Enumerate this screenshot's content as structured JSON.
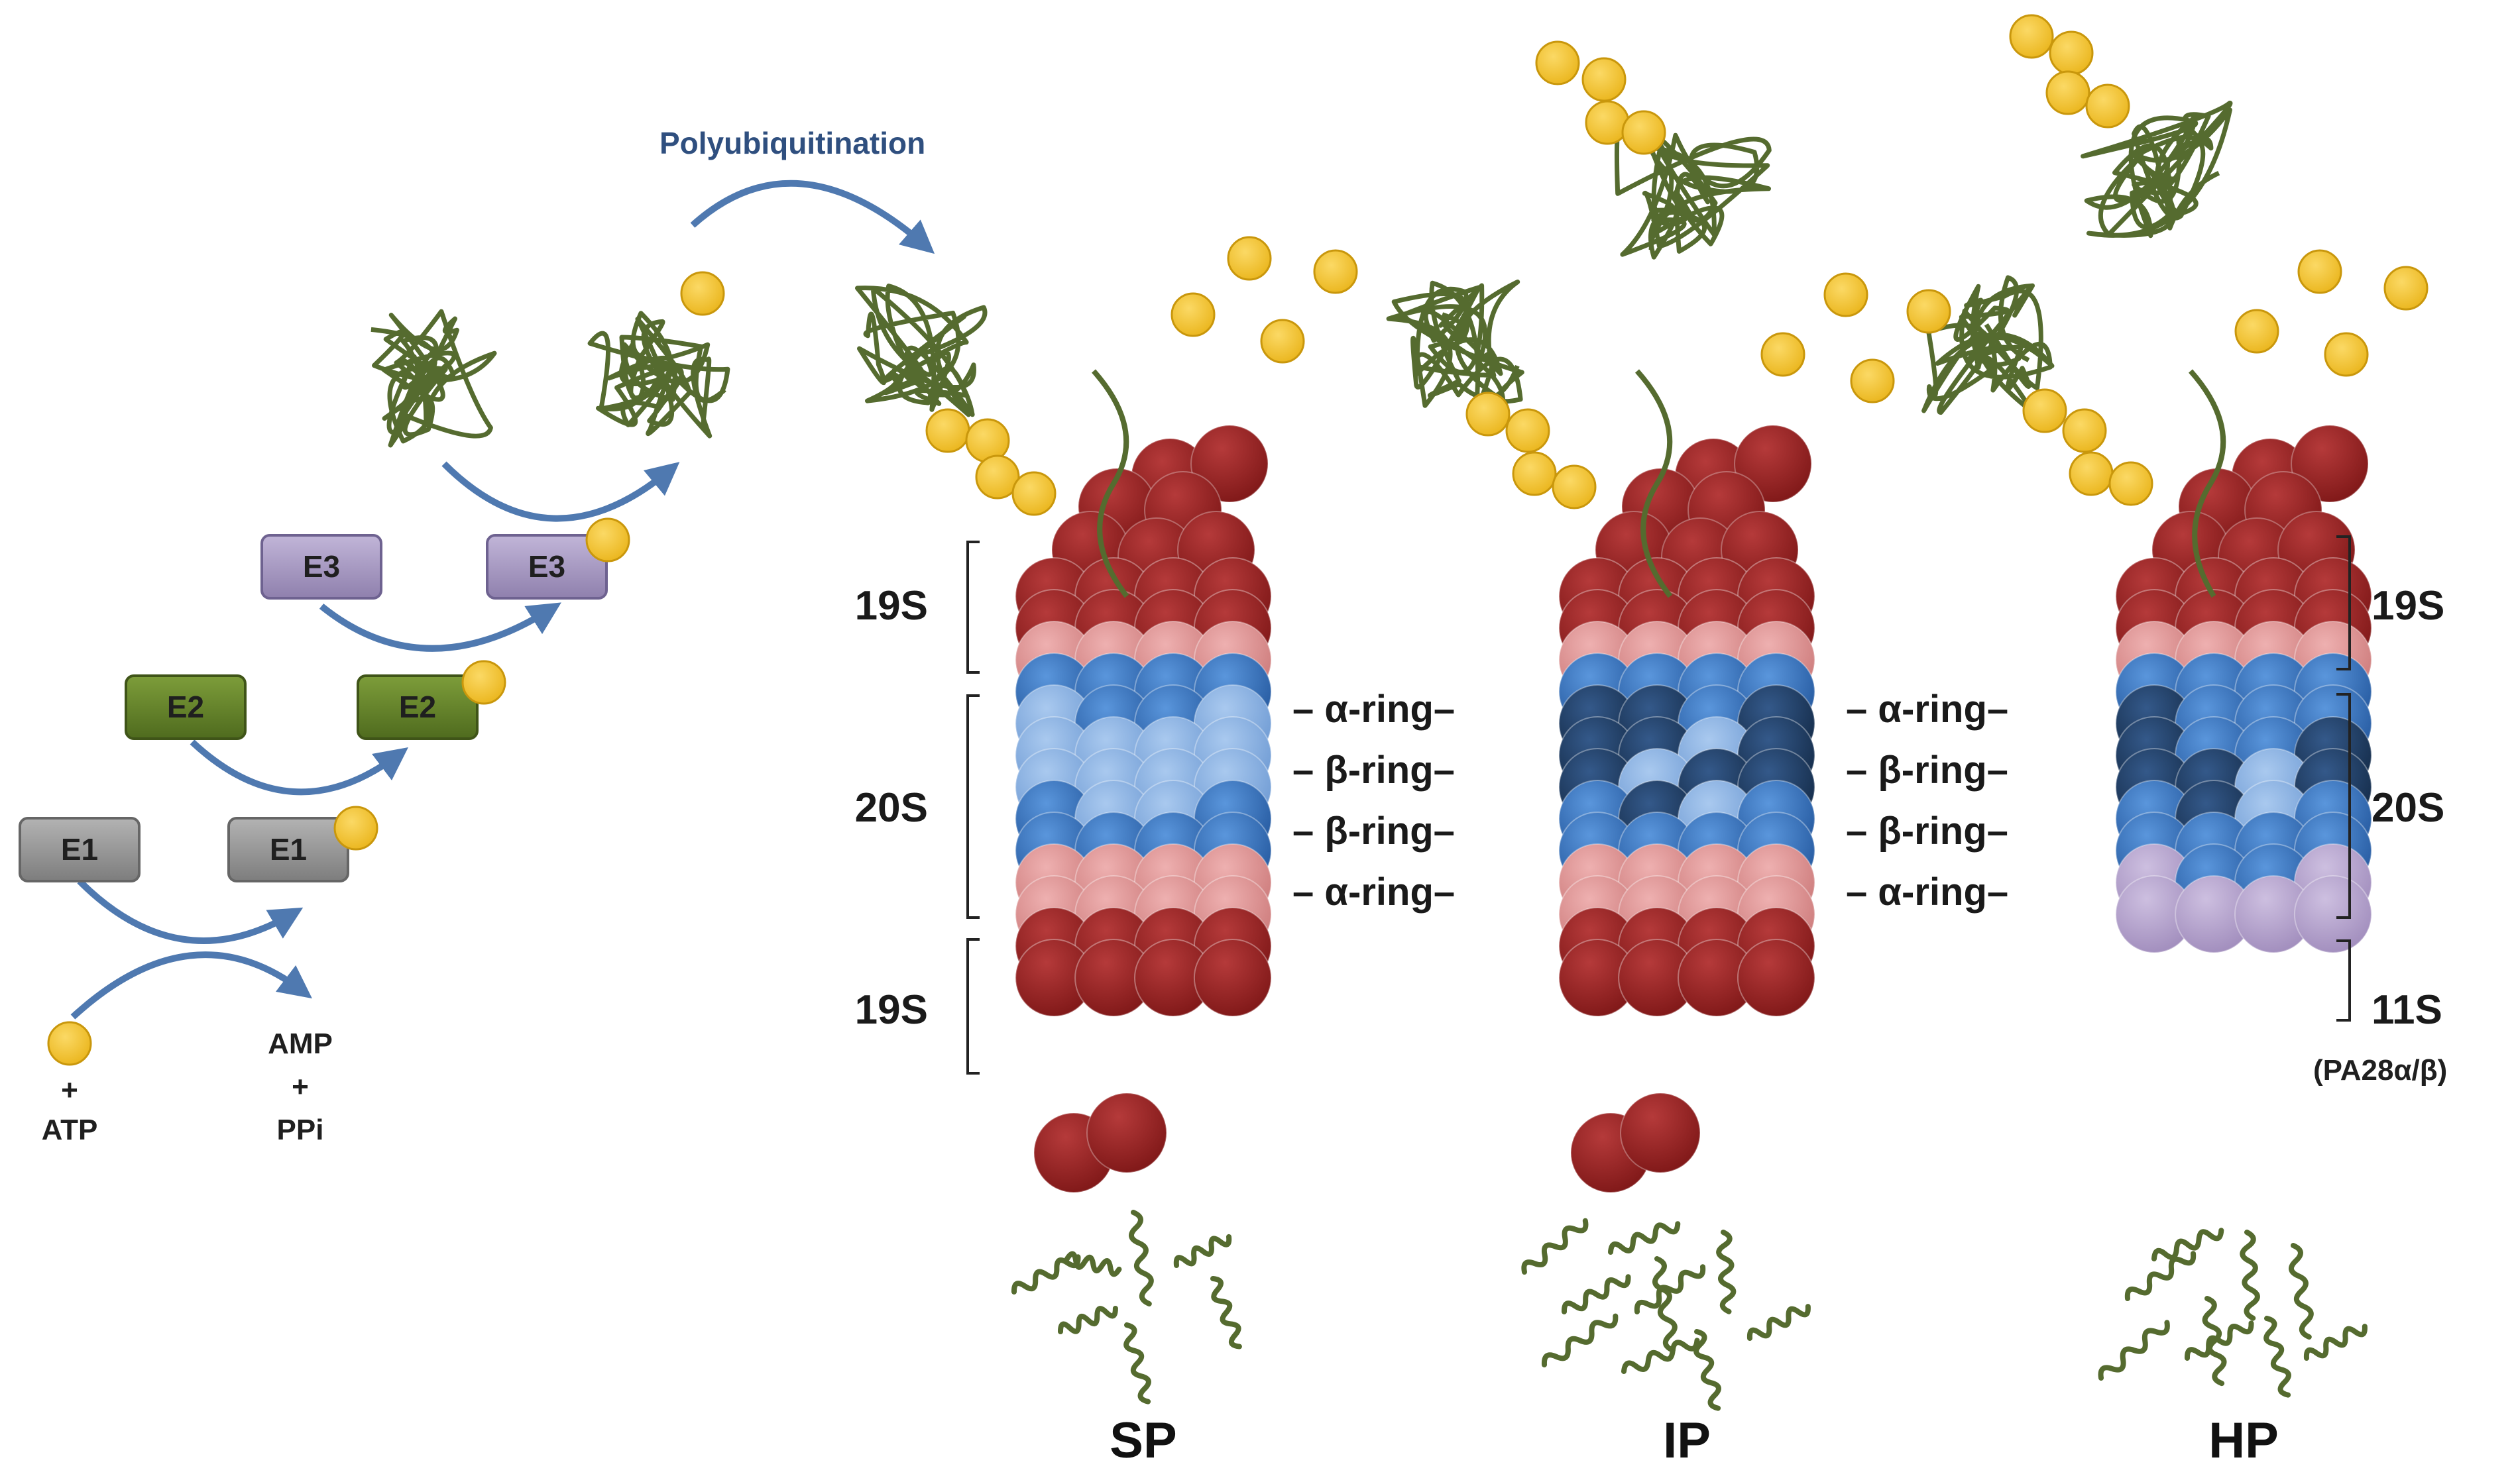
{
  "colors": {
    "ubiquitin": "#f2c12e",
    "ubiquitin_stroke": "#c9970c",
    "protein": "#556b2f",
    "peptide": "#556b2f",
    "arrow": "#4f79b0",
    "e1": "#9a9a9a",
    "e2": "#6a8a2c",
    "e3": "#a79ac2",
    "red_19s": "#9b2525",
    "pink_19s": "#dc8f8f",
    "blue_mid": "#3a78c5",
    "blue_light": "#86b0e2",
    "blue_dark": "#1e3d63",
    "lilac_11s": "#b9a6cf"
  },
  "labels": {
    "polyubiquitination": "Polyubiquitination",
    "atp_plus": "+",
    "atp": "ATP",
    "amp": "AMP",
    "ppi_plus": "+",
    "ppi": "PPi"
  },
  "enzymes": [
    {
      "id": "e1-free",
      "label": "E1",
      "kind": "e1"
    },
    {
      "id": "e1-bound",
      "label": "E1",
      "kind": "e1"
    },
    {
      "id": "e2-free",
      "label": "E2",
      "kind": "e2"
    },
    {
      "id": "e2-bound",
      "label": "E2",
      "kind": "e2"
    },
    {
      "id": "e3-free",
      "label": "E3",
      "kind": "e3"
    },
    {
      "id": "e3-bound",
      "label": "E3",
      "kind": "e3"
    }
  ],
  "ring_labels": {
    "left": [
      "– α-ring–",
      "– β-ring–",
      "– β-ring–",
      "– α-ring–"
    ],
    "right": [
      "– α-ring–",
      "– β-ring–",
      "– β-ring–",
      "– α-ring–"
    ]
  },
  "sp": {
    "name": "SP",
    "top_cap": "19S",
    "core": "20S",
    "bottom_cap": "19S"
  },
  "ip": {
    "name": "IP"
  },
  "hp": {
    "name": "HP",
    "top_cap": "19S",
    "core": "20S",
    "bottom_cap": "11S",
    "bottom_cap_sub": "(PA28α/β)"
  }
}
